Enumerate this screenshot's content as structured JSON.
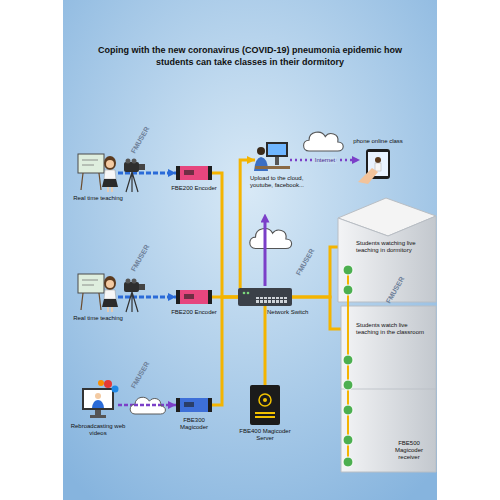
{
  "diagram": {
    "title": "Coping with the new coronavirus (COVID-19) pneumonia epidemic how students can take classes in their dormitory",
    "nodes": [
      {
        "text": [
          "Real time teaching"
        ]
      },
      {
        "text": [
          "FBE200 Encoder"
        ]
      },
      {
        "text": [
          "Upload to the cloud, youtube, facebook..."
        ]
      },
      {
        "text": [
          "phone online class"
        ]
      },
      {
        "text": [
          "Real time teaching"
        ]
      },
      {
        "text": [
          "FBE200 Encoder"
        ]
      },
      {
        "text": [
          "Network Switch"
        ]
      },
      {
        "text": [
          "Students watching live teaching in dormitory"
        ]
      },
      {
        "text": [
          "Students watch live teaching in the classroom"
        ]
      },
      {
        "text": [
          "Rebroadcasting web videos"
        ]
      },
      {
        "text": [
          "FBE300 Magicoder"
        ]
      },
      {
        "text": [
          "FBE400 Magicoder Server"
        ]
      },
      {
        "text": [
          "FBE500 Magicoder receiver"
        ]
      }
    ],
    "edges": [
      {
        "from": 0,
        "to": 1,
        "arrow": "to"
      },
      {
        "from": 4,
        "to": 5,
        "arrow": "to"
      },
      {
        "from": 9,
        "to": 10,
        "arrow": "to"
      },
      {
        "from": 1,
        "to": 6,
        "arrow": "none"
      },
      {
        "from": 5,
        "to": 6,
        "arrow": "none"
      },
      {
        "from": 10,
        "to": 6,
        "arrow": "none"
      },
      {
        "from": 6,
        "to": 2,
        "arrow": "to"
      },
      {
        "from": 2,
        "to": 3,
        "label": "Internet",
        "arrow": "to"
      },
      {
        "from": 6,
        "to": 7,
        "arrow": "none"
      },
      {
        "from": 6,
        "to": 8,
        "arrow": "none"
      },
      {
        "from": 6,
        "to": 11,
        "arrow": "none"
      }
    ],
    "labels": [
      "FMUSER",
      "FMUSER",
      "FMUSER",
      "FMUSER",
      "FMUSER"
    ]
  }
}
